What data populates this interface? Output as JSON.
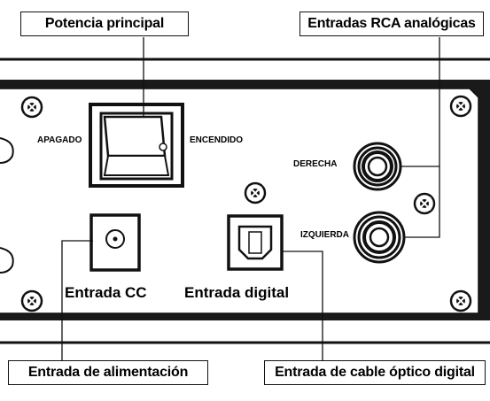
{
  "callouts": {
    "main_power": "Potencia principal",
    "analog_rca": "Entradas RCA analógicas",
    "power_input": "Entrada de alimentación",
    "optical_input": "Entrada de cable óptico digital"
  },
  "labels": {
    "off": "APAGADO",
    "on": "ENCENDIDO",
    "right": "DERECHA",
    "left": "IZQUIERDA",
    "dc_input": "Entrada CC",
    "digital_input": "Entrada digital"
  }
}
